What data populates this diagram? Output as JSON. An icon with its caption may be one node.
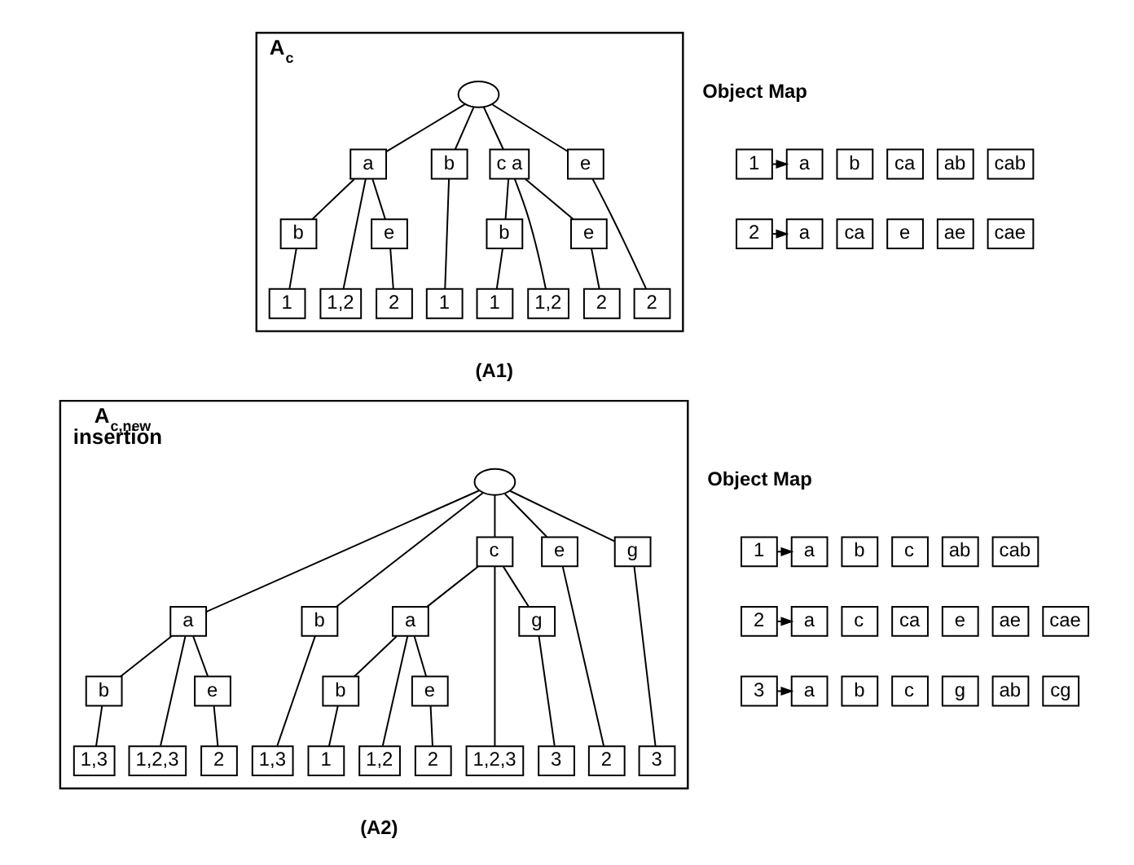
{
  "diagram": {
    "nodes": [
      {
        "text": [
          "A$_{c}$"
        ]
      },
      {
        "text": [],
        "shape": "circle",
        "in": 0
      },
      {
        "text": [
          "a"
        ],
        "in": 0
      },
      {
        "text": [
          "b"
        ],
        "in": 0
      },
      {
        "text": [
          "c a"
        ],
        "in": 0
      },
      {
        "text": [
          "e"
        ],
        "in": 0
      },
      {
        "text": [
          "b"
        ],
        "in": 0
      },
      {
        "text": [
          "e"
        ],
        "in": 0
      },
      {
        "text": [
          "b"
        ],
        "in": 0
      },
      {
        "text": [
          "e"
        ],
        "in": 0
      },
      {
        "text": [
          "1"
        ],
        "in": 0
      },
      {
        "text": [
          "1,2"
        ],
        "in": 0
      },
      {
        "text": [
          "2"
        ],
        "in": 0
      },
      {
        "text": [
          "1"
        ],
        "in": 0
      },
      {
        "text": [
          "1"
        ],
        "in": 0
      },
      {
        "text": [
          "1,2"
        ],
        "in": 0
      },
      {
        "text": [
          "2"
        ],
        "in": 0
      },
      {
        "text": [
          "2"
        ],
        "in": 0
      },
      {
        "text": [
          "1"
        ]
      },
      {
        "text": [
          "a"
        ]
      },
      {
        "text": [
          "b"
        ]
      },
      {
        "text": [
          "ca"
        ]
      },
      {
        "text": [
          "ab"
        ]
      },
      {
        "text": [
          "cab"
        ]
      },
      {
        "text": [
          "2"
        ]
      },
      {
        "text": [
          "a"
        ]
      },
      {
        "text": [
          "ca"
        ]
      },
      {
        "text": [
          "e"
        ]
      },
      {
        "text": [
          "ae"
        ]
      },
      {
        "text": [
          "cae"
        ]
      },
      {
        "text": [
          "A$_{c,new}$",
          "insertion"
        ]
      },
      {
        "text": [],
        "shape": "circle",
        "in": 30
      },
      {
        "text": [
          "a"
        ],
        "in": 30
      },
      {
        "text": [
          "b"
        ],
        "in": 30
      },
      {
        "text": [
          "c"
        ],
        "in": 30
      },
      {
        "text": [
          "e"
        ],
        "in": 30
      },
      {
        "text": [
          "g"
        ],
        "in": 30
      },
      {
        "text": [
          "b"
        ],
        "in": 30
      },
      {
        "text": [
          "e"
        ],
        "in": 30
      },
      {
        "text": [
          "a"
        ],
        "in": 30
      },
      {
        "text": [
          "g"
        ],
        "in": 30
      },
      {
        "text": [
          "b"
        ],
        "in": 30
      },
      {
        "text": [
          "e"
        ],
        "in": 30
      },
      {
        "text": [
          "1,3"
        ],
        "in": 30
      },
      {
        "text": [
          "1,2,3"
        ],
        "in": 30
      },
      {
        "text": [
          "2"
        ],
        "in": 30
      },
      {
        "text": [
          "1,3"
        ],
        "in": 30
      },
      {
        "text": [
          "1"
        ],
        "in": 30
      },
      {
        "text": [
          "1,2"
        ],
        "in": 30
      },
      {
        "text": [
          "2"
        ],
        "in": 30
      },
      {
        "text": [
          "1,2,3"
        ],
        "in": 30
      },
      {
        "text": [
          "3"
        ],
        "in": 30
      },
      {
        "text": [
          "2"
        ],
        "in": 30
      },
      {
        "text": [
          "3"
        ],
        "in": 30
      },
      {
        "text": [
          "1"
        ]
      },
      {
        "text": [
          "a"
        ]
      },
      {
        "text": [
          "b"
        ]
      },
      {
        "text": [
          "c"
        ]
      },
      {
        "text": [
          "ab"
        ]
      },
      {
        "text": [
          "cab"
        ]
      },
      {
        "text": [
          "2"
        ]
      },
      {
        "text": [
          "a"
        ]
      },
      {
        "text": [
          "c"
        ]
      },
      {
        "text": [
          "ca"
        ]
      },
      {
        "text": [
          "e"
        ]
      },
      {
        "text": [
          "ae"
        ]
      },
      {
        "text": [
          "cae"
        ]
      },
      {
        "text": [
          "3"
        ]
      },
      {
        "text": [
          "a"
        ]
      },
      {
        "text": [
          "b"
        ]
      },
      {
        "text": [
          "c"
        ]
      },
      {
        "text": [
          "g"
        ]
      },
      {
        "text": [
          "ab"
        ]
      },
      {
        "text": [
          "cg"
        ]
      }
    ],
    "edges": [
      {
        "from": 1,
        "to": 2,
        "arrow": "none"
      },
      {
        "from": 1,
        "to": 3,
        "arrow": "none"
      },
      {
        "from": 1,
        "to": 4,
        "arrow": "none"
      },
      {
        "from": 1,
        "to": 5,
        "arrow": "none"
      },
      {
        "from": 2,
        "to": 6,
        "arrow": "none"
      },
      {
        "from": 2,
        "to": 7,
        "arrow": "none"
      },
      {
        "from": 6,
        "to": 10,
        "arrow": "none"
      },
      {
        "from": 2,
        "to": 11,
        "arrow": "none"
      },
      {
        "from": 7,
        "to": 12,
        "arrow": "none"
      },
      {
        "from": 3,
        "to": 13,
        "arrow": "none"
      },
      {
        "from": 4,
        "to": 8,
        "arrow": "none"
      },
      {
        "from": 4,
        "to": 9,
        "arrow": "none"
      },
      {
        "from": 8,
        "to": 14,
        "arrow": "none"
      },
      {
        "from": 4,
        "to": 15,
        "arrow": "none"
      },
      {
        "from": 9,
        "to": 16,
        "arrow": "none"
      },
      {
        "from": 5,
        "to": 17,
        "arrow": "none"
      },
      {
        "from": 18,
        "to": 19,
        "arrow": "to"
      },
      {
        "from": 24,
        "to": 25,
        "arrow": "to"
      },
      {
        "from": 31,
        "to": 32,
        "arrow": "none"
      },
      {
        "from": 31,
        "to": 33,
        "arrow": "none"
      },
      {
        "from": 31,
        "to": 34,
        "arrow": "none"
      },
      {
        "from": 31,
        "to": 35,
        "arrow": "none"
      },
      {
        "from": 31,
        "to": 36,
        "arrow": "none"
      },
      {
        "from": 32,
        "to": 37,
        "arrow": "none"
      },
      {
        "from": 32,
        "to": 38,
        "arrow": "none"
      },
      {
        "from": 37,
        "to": 43,
        "arrow": "none"
      },
      {
        "from": 32,
        "to": 44,
        "arrow": "none"
      },
      {
        "from": 38,
        "to": 45,
        "arrow": "none"
      },
      {
        "from": 33,
        "to": 46,
        "arrow": "none"
      },
      {
        "from": 34,
        "to": 39,
        "arrow": "none"
      },
      {
        "from": 34,
        "to": 40,
        "arrow": "none"
      },
      {
        "from": 39,
        "to": 41,
        "arrow": "none"
      },
      {
        "from": 39,
        "to": 42,
        "arrow": "none"
      },
      {
        "from": 41,
        "to": 47,
        "arrow": "none"
      },
      {
        "from": 39,
        "to": 48,
        "arrow": "none"
      },
      {
        "from": 42,
        "to": 49,
        "arrow": "none"
      },
      {
        "from": 34,
        "to": 50,
        "arrow": "none"
      },
      {
        "from": 40,
        "to": 51,
        "arrow": "none"
      },
      {
        "from": 35,
        "to": 52,
        "arrow": "none"
      },
      {
        "from": 36,
        "to": 53,
        "arrow": "none"
      },
      {
        "from": 54,
        "to": 55,
        "arrow": "to"
      },
      {
        "from": 60,
        "to": 61,
        "arrow": "to"
      },
      {
        "from": 67,
        "to": 68,
        "arrow": "to"
      }
    ],
    "labels": [
      "Object Map",
      "(A1)",
      "Object Map",
      "(A2)"
    ]
  }
}
